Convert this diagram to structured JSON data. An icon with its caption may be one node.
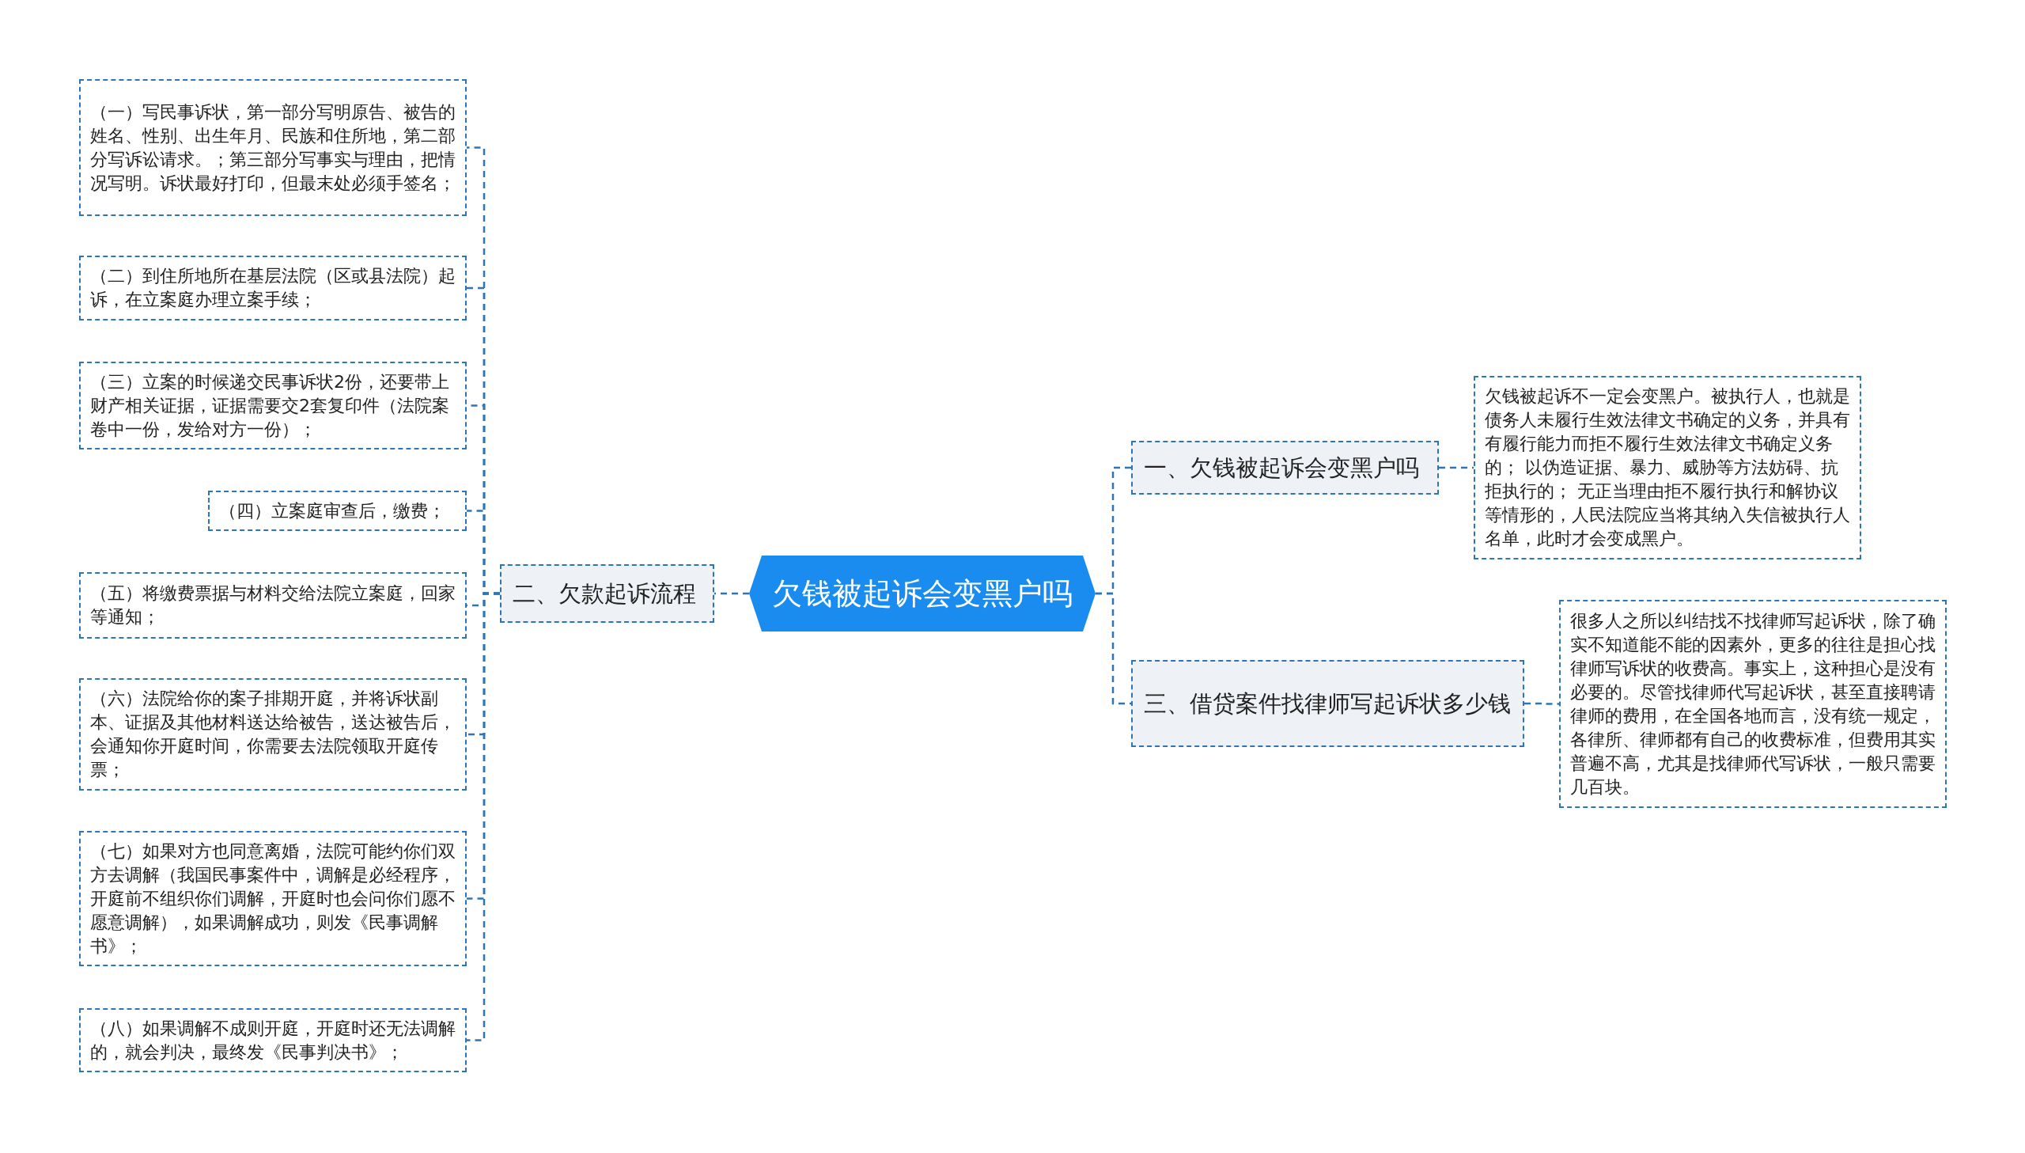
{
  "diagram": {
    "nodes": [
      {
        "text": [
          "欠钱被起诉会变黑户吗"
        ]
      },
      {
        "text": [
          "一、欠钱被起诉会变黑户吗"
        ]
      },
      {
        "text": [
          "欠钱被起诉不一定会变黑户。被执行人，也就是债务人未履行生效法律文书确定的义务，并具有有履行能力而拒不履行生效法律文书确定义务的； 以伪造证据、暴力、威胁等方法妨碍、抗拒执行的； 无正当理由拒不履行执行和解协议等情形的，人民法院应当将其纳入失信被执行人名单，此时才会变成黑户。"
        ]
      },
      {
        "text": [
          "二、欠款起诉流程"
        ]
      },
      {
        "text": [
          "（一）写民事诉状，第一部分写明原告、被告的姓名、性别、出生年月、民族和住所地，第二部分写诉讼请求。；第三部分写事实与理由，把情况写明。诉状最好打印，但最末处必须手签名；"
        ]
      },
      {
        "text": [
          "（二）到住所地所在基层法院（区或县法院）起诉，在立案庭办理立案手续；"
        ]
      },
      {
        "text": [
          "（三）立案的时候递交民事诉状2份，还要带上财产相关证据，证据需要交2套复印件（法院案卷中一份，发给对方一份）；"
        ]
      },
      {
        "text": [
          "（四）立案庭审查后，缴费；"
        ]
      },
      {
        "text": [
          "（五）将缴费票据与材料交给法院立案庭，回家等通知；"
        ]
      },
      {
        "text": [
          "（六）法院给你的案子排期开庭，并将诉状副本、证据及其他材料送达给被告，送达被告后，会通知你开庭时间，你需要去法院领取开庭传票；"
        ]
      },
      {
        "text": [
          "（七）如果对方也同意离婚，法院可能约你们双方去调解（我国民事案件中，调解是必经程序，开庭前不组织你们调解，开庭时也会问你们愿不愿意调解），如果调解成功，则发《民事调解书》；"
        ]
      },
      {
        "text": [
          "（八）如果调解不成则开庭，开庭时还无法调解的，就会判决，最终发《民事判决书》；"
        ]
      },
      {
        "text": [
          "三、借贷案件找律师写起诉状多少钱"
        ]
      },
      {
        "text": [
          "很多人之所以纠结找不找律师写起诉状，除了确实不知道能不能的因素外，更多的往往是担心找律师写诉状的收费高。事实上，这种担心是没有必要的。尽管找律师代写起诉状，甚至直接聘请律师的费用，在全国各地而言，没有统一规定，各律所、律师都有自己的收费标准，但费用其实普遍不高，尤其是找律师代写诉状，一般只需要几百块。"
        ]
      }
    ],
    "edges": [
      {
        "from": 0,
        "to": 1,
        "arrow": "none"
      },
      {
        "from": 1,
        "to": 2,
        "arrow": "none"
      },
      {
        "from": 0,
        "to": 3,
        "arrow": "none"
      },
      {
        "from": 3,
        "to": 4,
        "arrow": "none"
      },
      {
        "from": 3,
        "to": 5,
        "arrow": "none"
      },
      {
        "from": 3,
        "to": 6,
        "arrow": "none"
      },
      {
        "from": 3,
        "to": 7,
        "arrow": "none"
      },
      {
        "from": 3,
        "to": 8,
        "arrow": "none"
      },
      {
        "from": 3,
        "to": 9,
        "arrow": "none"
      },
      {
        "from": 3,
        "to": 10,
        "arrow": "none"
      },
      {
        "from": 3,
        "to": 11,
        "arrow": "none"
      },
      {
        "from": 0,
        "to": 12,
        "arrow": "none"
      },
      {
        "from": 12,
        "to": 13,
        "arrow": "none"
      }
    ]
  }
}
